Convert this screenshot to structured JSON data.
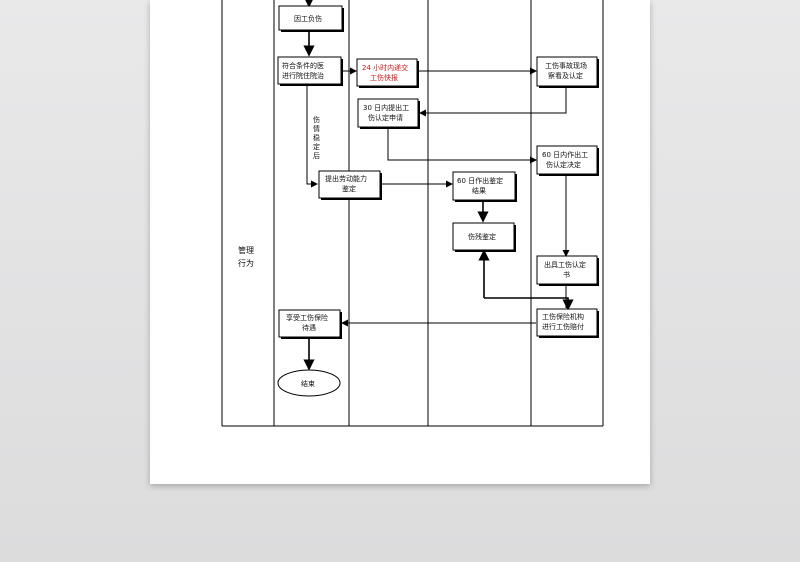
{
  "diagram": {
    "nodes": {
      "injury": "因工负伤",
      "treat_line1": "符合条件的医",
      "treat_line2": "进行院住院治",
      "report_line1": "24 小时内递交",
      "report_line2": "工伤快报",
      "survey_line1": "工伤事故现场",
      "survey_line2": "察看及认定",
      "apply_line1": "30 日内提出工",
      "apply_line2": "伤认定申请",
      "decide_line1": "60 日内作出工",
      "decide_line2": "伤认定决定",
      "assess_line1": "提出劳动能力",
      "assess_line2": "鉴定",
      "conclude_line1": "60 日作出鉴定",
      "conclude_line2": "结果",
      "disability": "伤残鉴定",
      "cert_line1": "出具工伤认定",
      "cert_line2": "书",
      "enjoy_line1": "享受工伤保险",
      "enjoy_line2": "待遇",
      "pay_line1": "工伤保险机构",
      "pay_line2": "进行工伤赔付",
      "end": "结束"
    },
    "side_label": [
      "伤",
      "情",
      "稳",
      "定",
      "后"
    ],
    "lane_label": [
      "管理",
      "行为"
    ]
  },
  "colors": {
    "highlight_text": "#d01818",
    "line": "#000000"
  }
}
